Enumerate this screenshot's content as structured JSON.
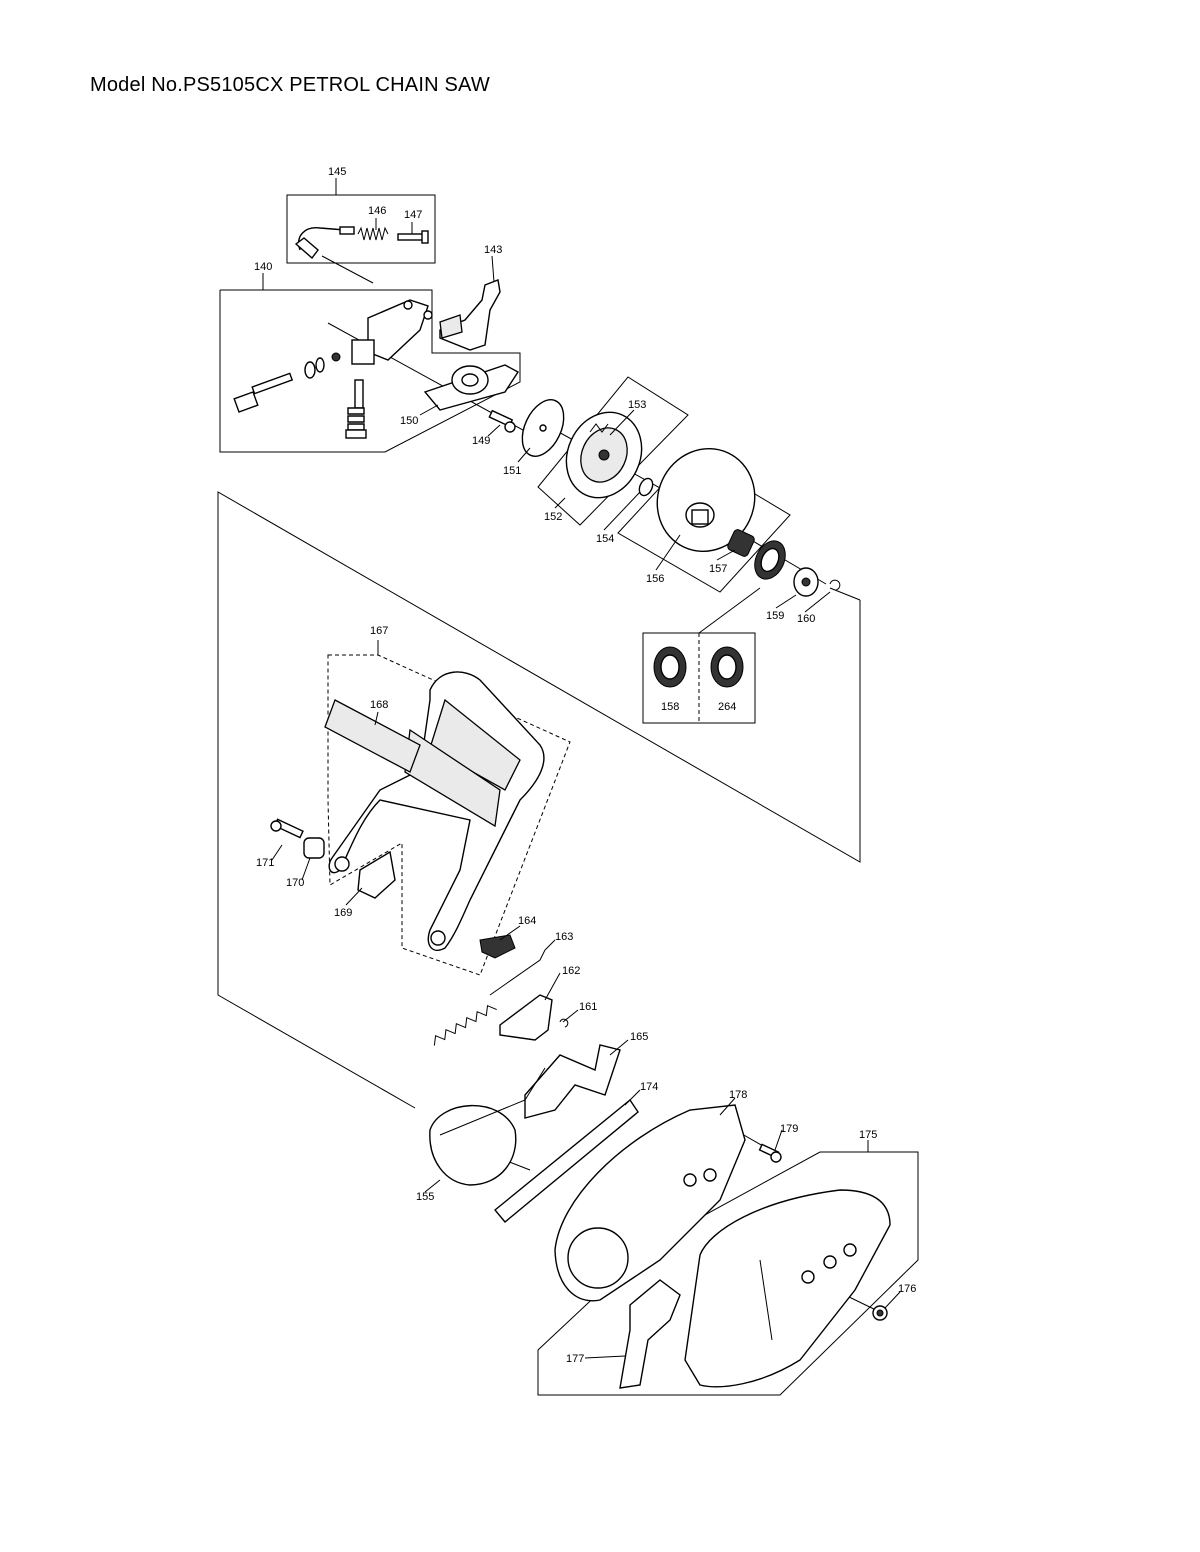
{
  "title": "Model No.PS5105CX PETROL CHAIN SAW",
  "labels": {
    "p140": "140",
    "p143": "143",
    "p145": "145",
    "p146": "146",
    "p147": "147",
    "p149": "149",
    "p150": "150",
    "p151": "151",
    "p152": "152",
    "p153": "153",
    "p154": "154",
    "p155": "155",
    "p156": "156",
    "p157": "157",
    "p158": "158",
    "p159": "159",
    "p160": "160",
    "p161": "161",
    "p162": "162",
    "p163": "163",
    "p164": "164",
    "p165": "165",
    "p167": "167",
    "p168": "168",
    "p169": "169",
    "p170": "170",
    "p171": "171",
    "p174": "174",
    "p175": "175",
    "p176": "176",
    "p177": "177",
    "p178": "178",
    "p179": "179",
    "p264": "264"
  }
}
